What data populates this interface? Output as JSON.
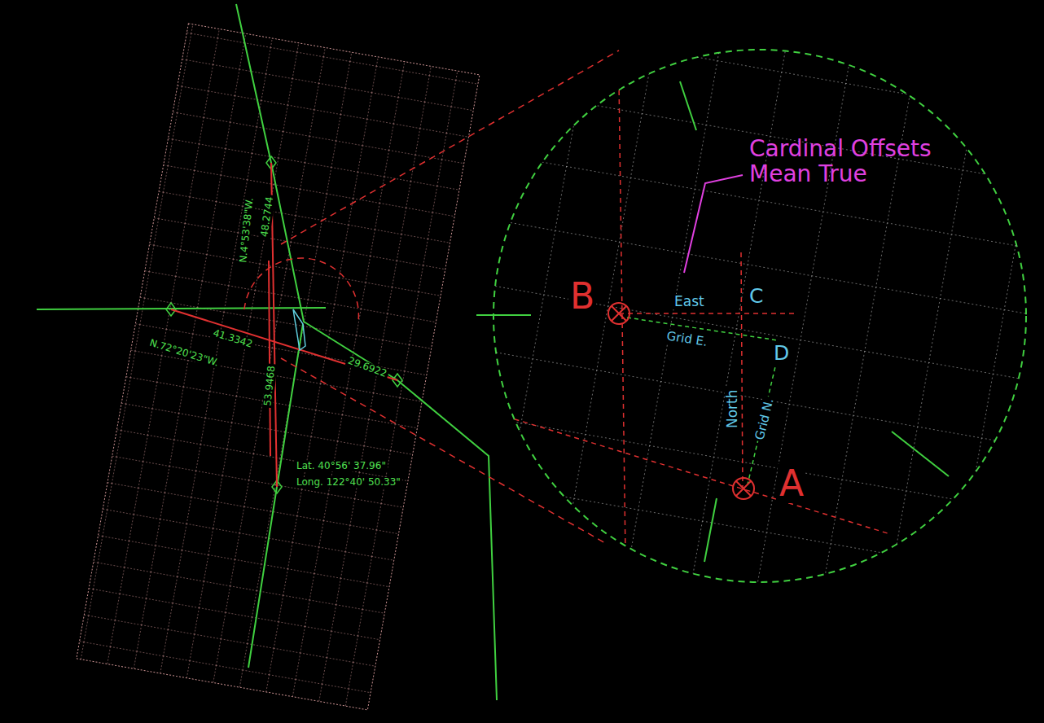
{
  "diagram": {
    "labels": [
      "Cardinal Offsets Mean True",
      "B",
      "East",
      "C",
      "Grid E.",
      "D",
      "North",
      "Grid N.",
      "A",
      "N.4°53'38\"W.",
      "48.2744",
      "41.3342",
      "N.72°20'23\"W.",
      "29.6922",
      "53.9468",
      "Lat.  40°56' 37.96\"",
      "Long.  122°40' 50.33\""
    ]
  }
}
